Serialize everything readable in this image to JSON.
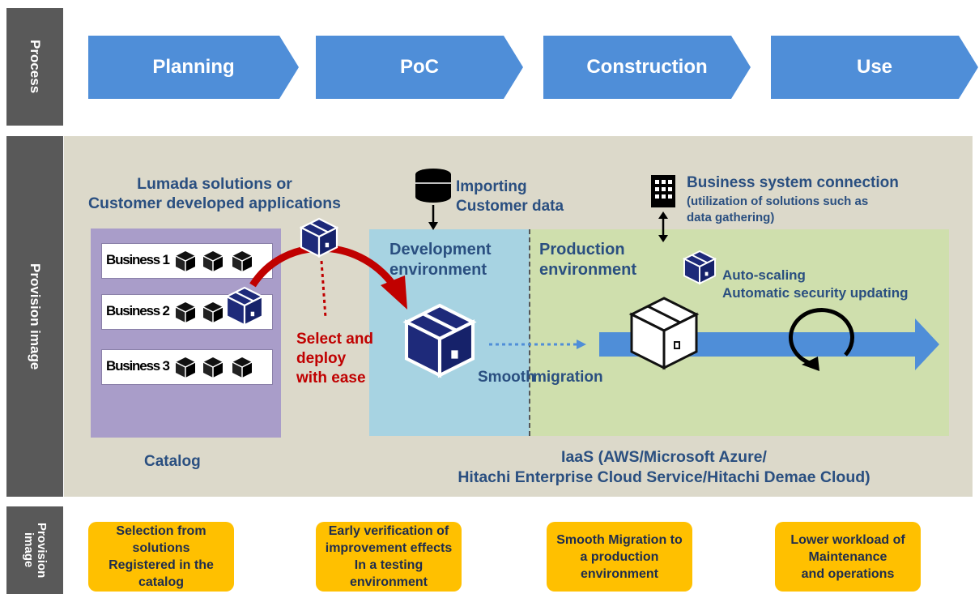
{
  "side_labels": {
    "process": "Process",
    "provision": "Provision image",
    "provision_bottom": "Provision\nimage"
  },
  "process_steps": [
    "Planning",
    "PoC",
    "Construction",
    "Use"
  ],
  "colors": {
    "chevron": "#4f8ed8",
    "sidebar": "#595959",
    "panel": "#dcd9ca",
    "catalog": "#a99dc9",
    "development": "#a7d3e2",
    "production": "#cfdfad",
    "card": "#ffc000",
    "text_blue": "#2a4f80",
    "accent_red": "#c00000",
    "box_navy": "#1e2a7a"
  },
  "provision": {
    "solutions_title": "Lumada solutions or\nCustomer developed applications",
    "importing_label": "Importing\nCustomer data",
    "business_connection_title": "Business system connection",
    "business_connection_sub": "(utilization of solutions such as\ndata gathering)",
    "development_env": "Development\nenvironment",
    "production_env": "Production\nenvironment",
    "auto_features": "Auto-scaling\nAutomatic security updating",
    "select_deploy": "Select and\ndeploy\nwith ease",
    "smooth_migration_a": "Smooth",
    "smooth_migration_b": "migration",
    "catalog_label": "Catalog",
    "iaas_label": "IaaS (AWS/Microsoft Azure/\nHitachi Enterprise Cloud Service/Hitachi Demae Cloud)",
    "business_items": [
      "Business 1",
      "Business 2",
      "Business 3"
    ]
  },
  "icons": [
    "database-icon",
    "building-icon",
    "package-icon",
    "cycle-arrow-icon",
    "curved-arrow-icon",
    "large-arrow-icon"
  ],
  "benefits": [
    "Selection from solutions\nRegistered in the catalog",
    "Early verification of\nimprovement effects\nIn a testing environment",
    "Smooth Migration to\na production\nenvironment",
    "Lower workload of\nMaintenance\nand operations"
  ]
}
